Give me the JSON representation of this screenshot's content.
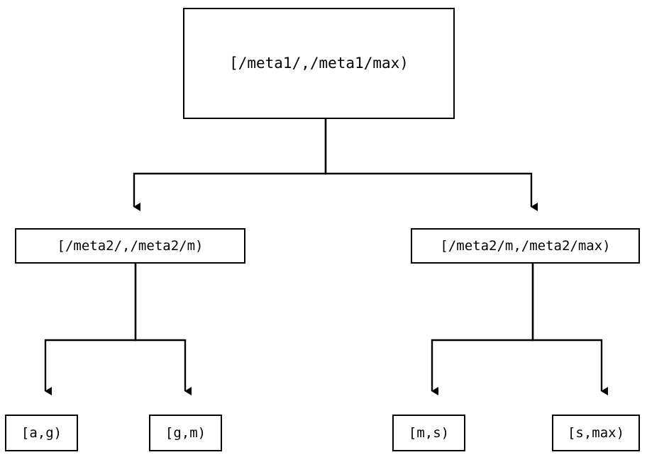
{
  "diagram": {
    "type": "tree",
    "orientation": "top-down",
    "background_color": "#ffffff",
    "stroke_color": "#000000",
    "text_color": "#000000",
    "edge_style": "orthogonal",
    "arrowhead": "solid-triangle",
    "levels": 3,
    "nodes": {
      "root": {
        "id": "root",
        "label": "[/meta1/,/meta1/max)",
        "level": 0
      },
      "mid_left": {
        "id": "mid-left",
        "label": "[/meta2/,/meta2/m)",
        "level": 1
      },
      "mid_right": {
        "id": "mid-right",
        "label": "[/meta2/m,/meta2/max)",
        "level": 1
      },
      "leaf_ag": {
        "id": "leaf-ag",
        "label": "[a,g)",
        "level": 2
      },
      "leaf_gm": {
        "id": "leaf-gm",
        "label": "[g,m)",
        "level": 2
      },
      "leaf_ms": {
        "id": "leaf-ms",
        "label": "[m,s)",
        "level": 2
      },
      "leaf_smax": {
        "id": "leaf-smax",
        "label": "[s,max)",
        "level": 2
      }
    },
    "edges": [
      {
        "from": "root",
        "to": "mid_left"
      },
      {
        "from": "root",
        "to": "mid_right"
      },
      {
        "from": "mid_left",
        "to": "leaf_ag"
      },
      {
        "from": "mid_left",
        "to": "leaf_gm"
      },
      {
        "from": "mid_right",
        "to": "leaf_ms"
      },
      {
        "from": "mid_right",
        "to": "leaf_smax"
      }
    ]
  }
}
